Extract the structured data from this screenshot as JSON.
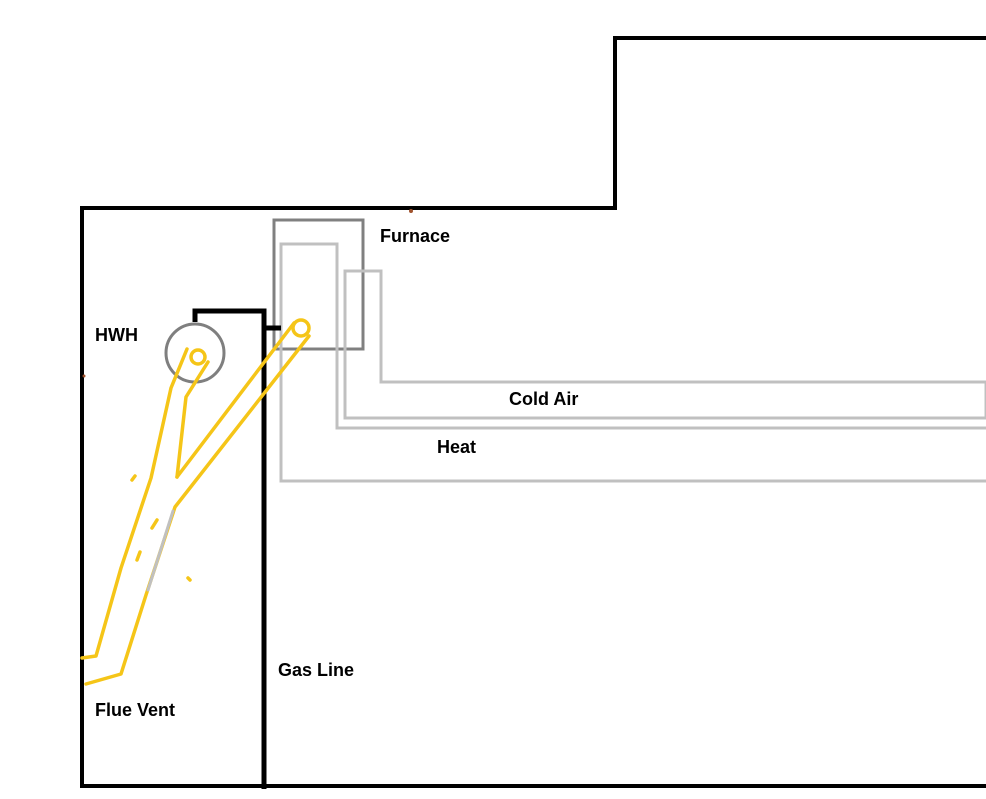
{
  "labels": {
    "furnace": "Furnace",
    "hwh": "HWH",
    "cold_air": "Cold Air",
    "heat": "Heat",
    "gas_line": "Gas Line",
    "flue_vent": "Flue Vent"
  },
  "colors": {
    "wall": "#000000",
    "furnace_box": "#808080",
    "duct": "#c0c0c0",
    "flue": "#f5c518",
    "hwh_tank": "#7f7f7f",
    "gas_line": "#000000"
  }
}
